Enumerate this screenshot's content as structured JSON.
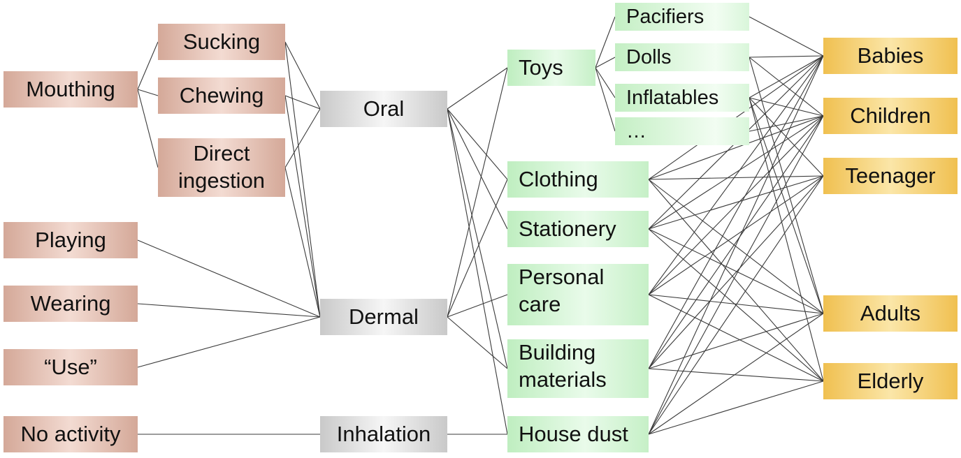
{
  "activities": {
    "mouthing": "Mouthing",
    "sucking": "Sucking",
    "chewing": "Chewing",
    "direct_ingestion": [
      "Direct",
      "ingestion"
    ],
    "playing": "Playing",
    "wearing": "Wearing",
    "use": "“Use”",
    "no_activity": "No activity"
  },
  "pathways": {
    "oral": "Oral",
    "dermal": "Dermal",
    "inhalation": "Inhalation"
  },
  "sources": {
    "toys": "Toys",
    "clothing": "Clothing",
    "stationery": "Stationery",
    "personal_care": [
      "Personal",
      "care"
    ],
    "building_materials": [
      "Building",
      "materials"
    ],
    "house_dust": "House dust"
  },
  "toy_types": {
    "pacifiers": "Pacifiers",
    "dolls": "Dolls",
    "inflatables": "Inflatables",
    "more": "…"
  },
  "groups": {
    "babies": "Babies",
    "children": "Children",
    "teenager": "Teenager",
    "adults": "Adults",
    "elderly": "Elderly"
  }
}
